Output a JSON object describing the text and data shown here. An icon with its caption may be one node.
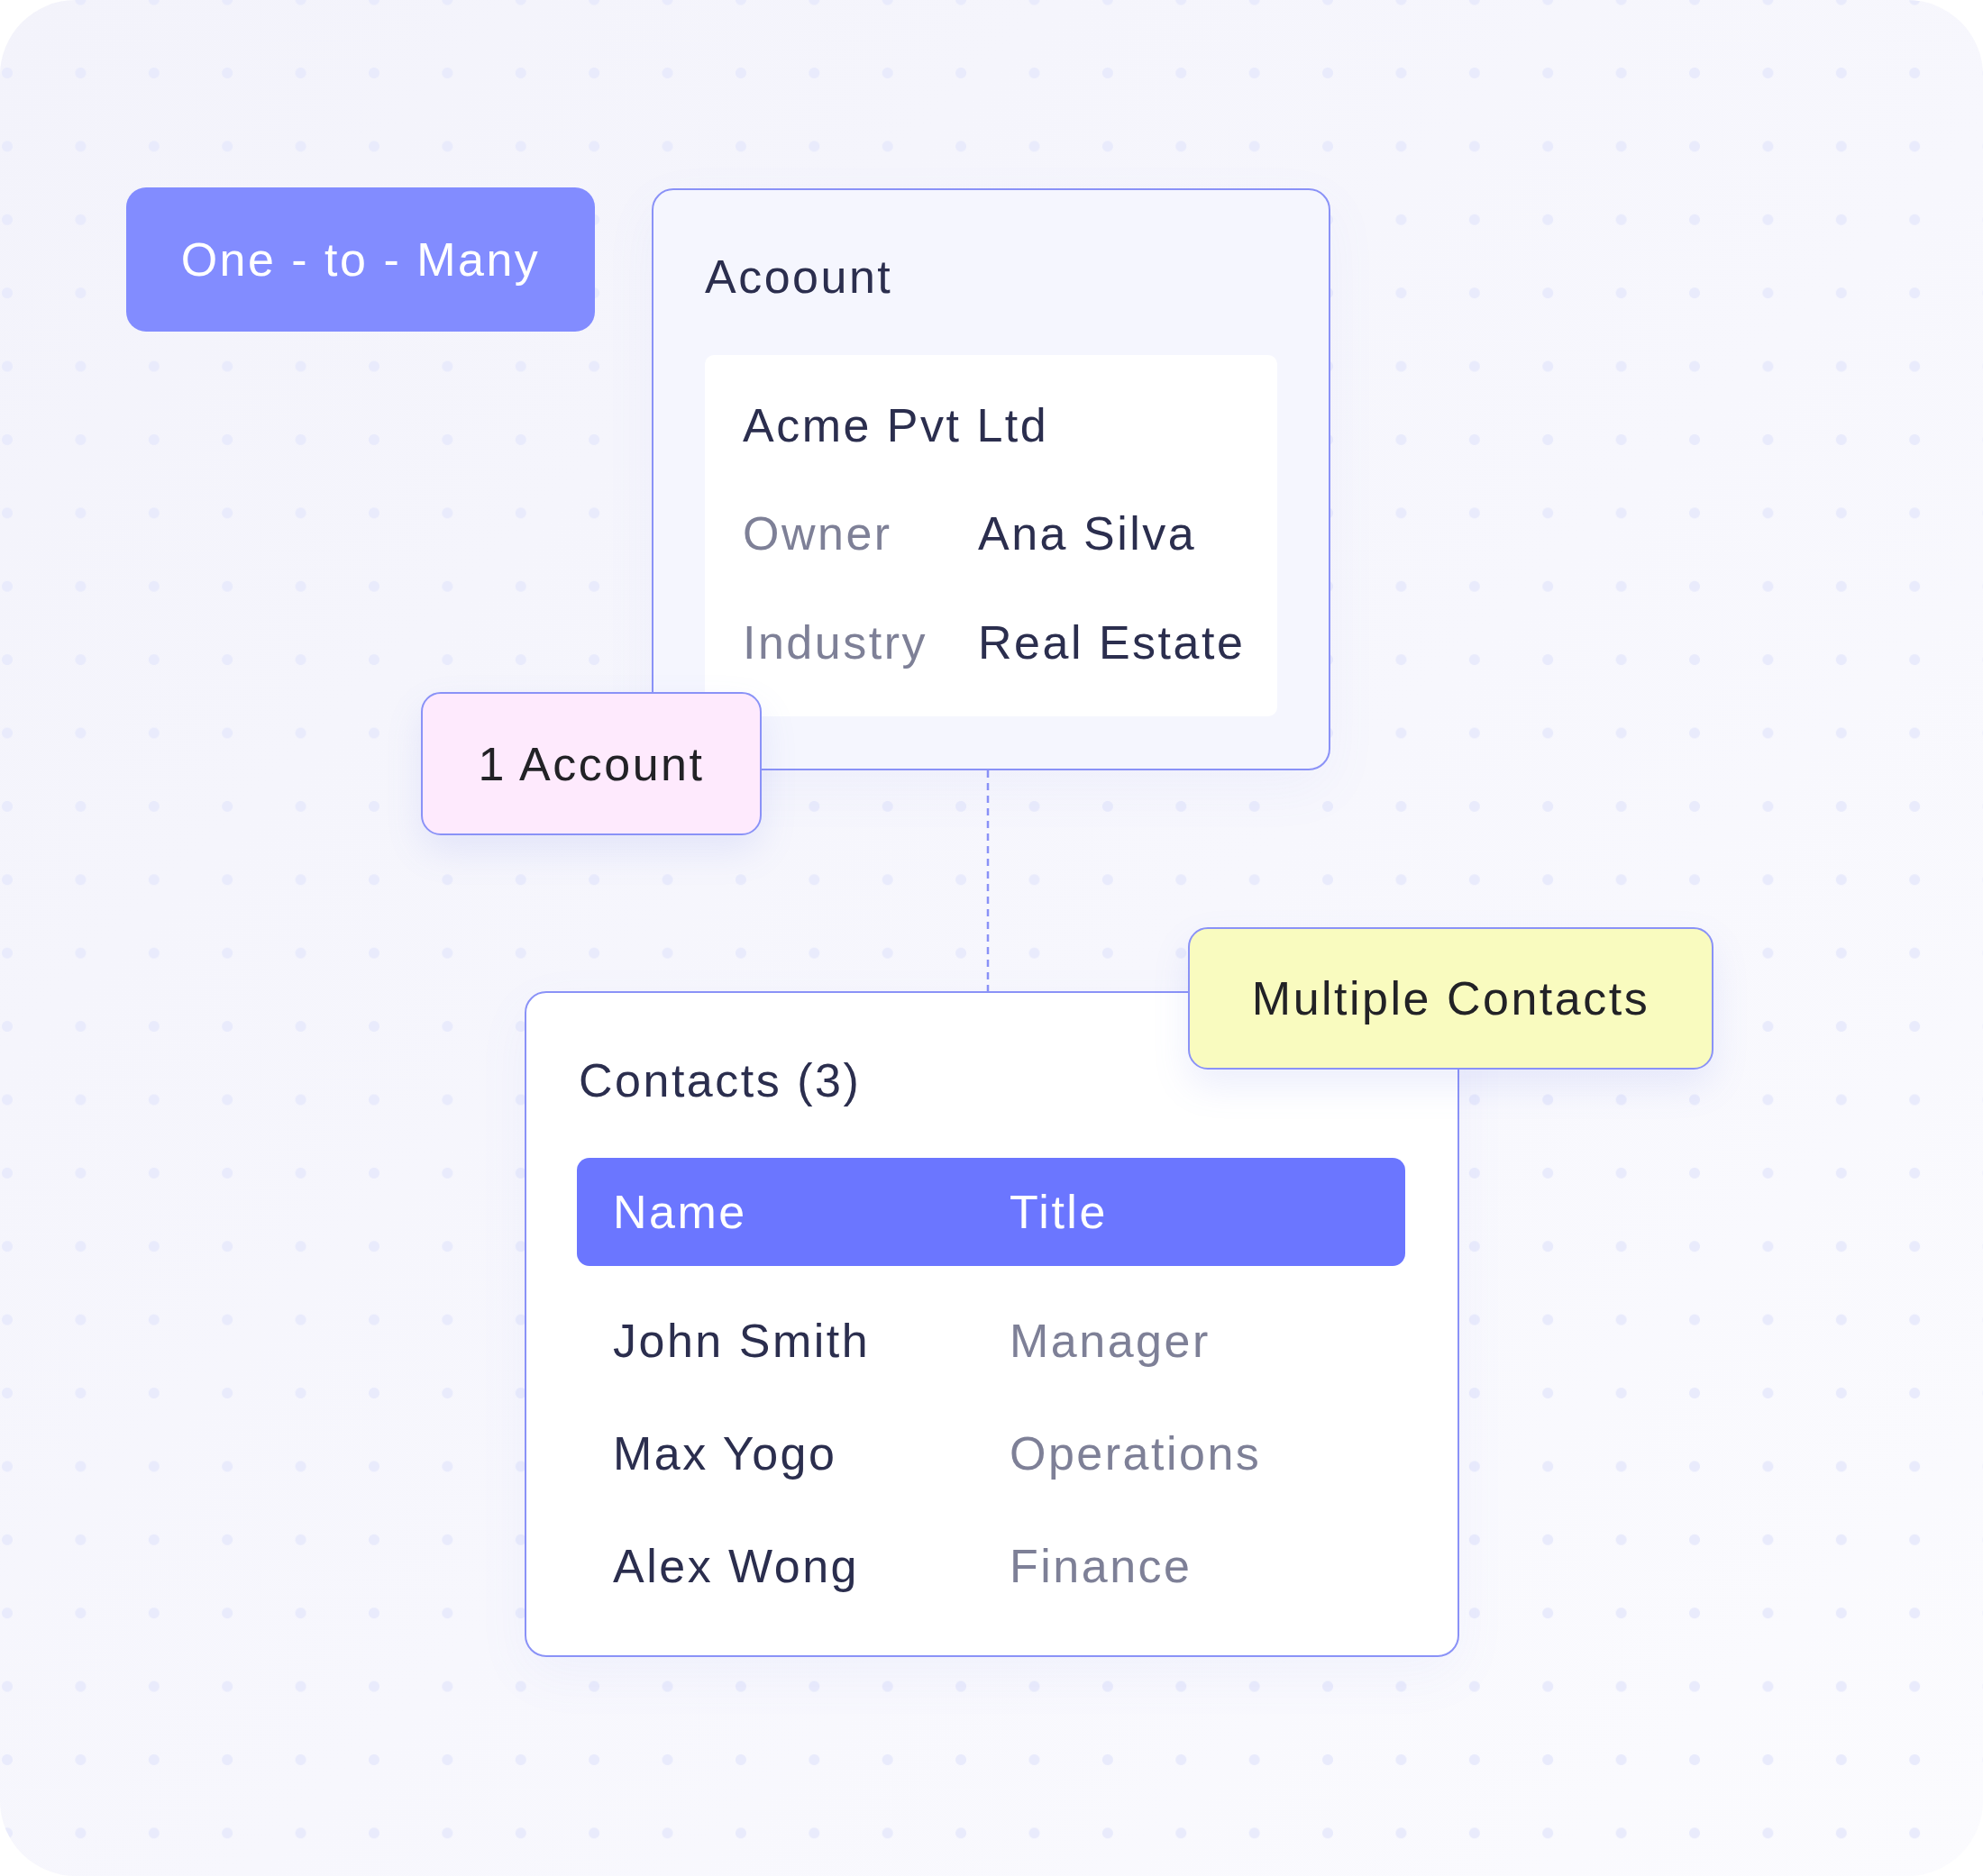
{
  "diagram": {
    "nodes": [
      {
        "text": [
          "One - to - Many"
        ]
      },
      {
        "text": [
          "Acoount"
        ]
      },
      {
        "text": [
          "Acme Pvt Ltd",
          "Owner",
          "Ana Silva",
          "Industry",
          "Real Estate"
        ],
        "in": 1
      },
      {
        "text": [
          "1 Account"
        ]
      },
      {
        "text": [
          "Contacts (3)",
          "John Smith",
          "Manager",
          "Max Yogo",
          "Operations",
          "Alex Wong",
          "Finance"
        ]
      },
      {
        "text": [
          "Name",
          "Title"
        ],
        "in": 4
      },
      {
        "text": [
          "Multiple Contacts"
        ]
      }
    ],
    "edges": [
      {
        "from": 1,
        "to": 4,
        "arrow": "none",
        "style": "dashed"
      }
    ]
  }
}
